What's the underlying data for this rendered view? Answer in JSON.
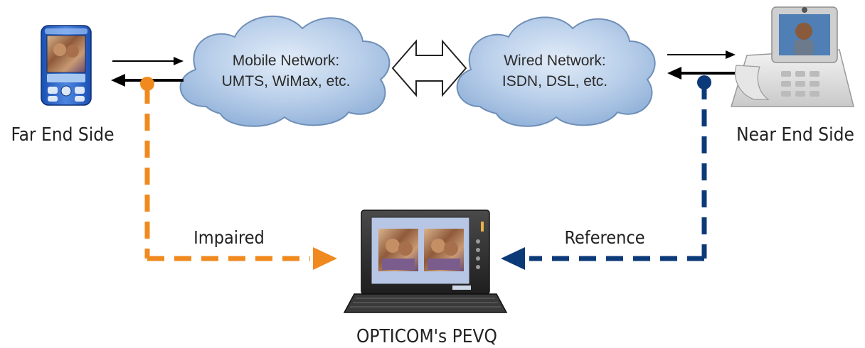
{
  "labels": {
    "far_end": "Far End Side",
    "near_end": "Near End Side",
    "impaired": "Impaired",
    "reference": "Reference",
    "pevq": "OPTICOM's PEVQ"
  },
  "mobile_network": {
    "line1": "Mobile Network:",
    "line2": "UMTS, WiMax, etc."
  },
  "wired_network": {
    "line1": "Wired Network:",
    "line2": "ISDN, DSL, etc."
  },
  "colors": {
    "impaired_path": "#f08a1f",
    "reference_path": "#0c3a78",
    "cloud_fill": "#a9c3e3",
    "cloud_stroke": "#6f8fb8"
  },
  "icons": {
    "far_end_device": "pda-icon",
    "near_end_device": "video-phone-icon",
    "analyzer": "portable-computer-icon"
  }
}
